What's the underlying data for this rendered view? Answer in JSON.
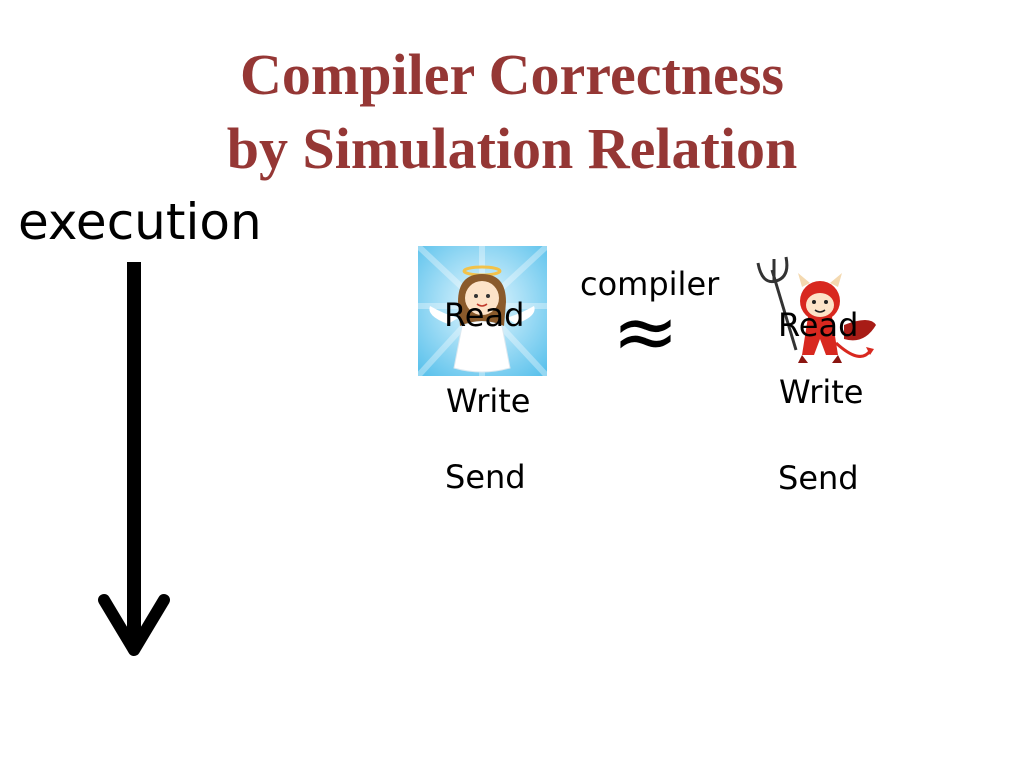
{
  "title": {
    "line1": "Compiler Correctness",
    "line2": "by Simulation Relation"
  },
  "execution_label": "execution",
  "source": {
    "icon": "angel-icon",
    "ops": [
      "Read",
      "Write",
      "Send"
    ]
  },
  "target": {
    "icon": "devil-icon",
    "ops": [
      "Read",
      "Write",
      "Send"
    ]
  },
  "relation": {
    "label": "compiler",
    "symbol": "≈"
  },
  "colors": {
    "title": "#953735",
    "angel_bg": "#8fd3f0",
    "devil": "#d8281f"
  }
}
